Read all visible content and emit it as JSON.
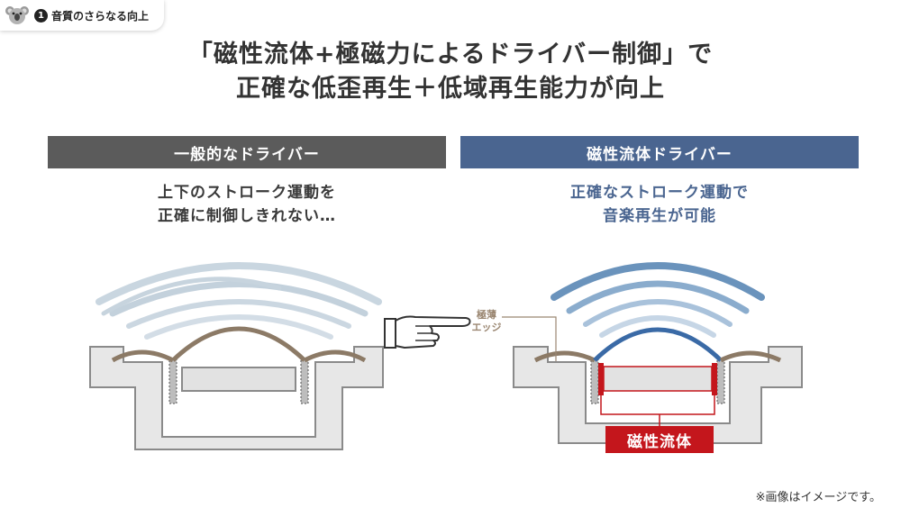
{
  "badge": {
    "number": "1",
    "label": "音質のさらなる向上"
  },
  "headline": {
    "line1": "「磁性流体+極磁力によるドライバー制御」で",
    "line2": "正確な低歪再生＋低域再生能力が向上"
  },
  "left": {
    "title": "一般的なドライバー",
    "desc_line1": "上下のストローク運動を",
    "desc_line2": "正確に制御しきれない…"
  },
  "right": {
    "title": "磁性流体ドライバー",
    "desc_line1": "正確なストローク運動で",
    "desc_line2": "音楽再生が可能"
  },
  "annotation": {
    "edge_line1": "極薄",
    "edge_line2": "エッジ"
  },
  "fluid_label": "磁性流体",
  "note": "※画像はイメージです。",
  "colors": {
    "left_bar": "#5b5b5b",
    "right_bar": "#4a6590",
    "fluid_red": "#c4161c",
    "wave_light": "#c3d1dc",
    "wave_blue": "#6a93bc",
    "cone_brown": "#8c7a66",
    "cone_blue": "#3a6aa6",
    "housing_gray": "#e7e7e7"
  }
}
